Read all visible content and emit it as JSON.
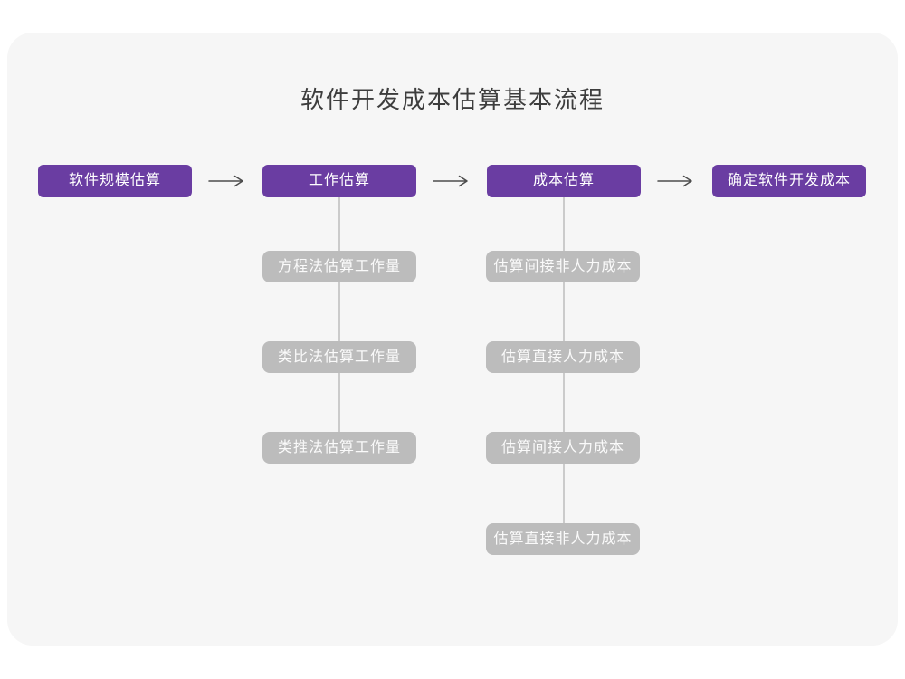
{
  "title": "软件开发成本估算基本流程",
  "flow": {
    "main_steps": [
      "软件规模估算",
      "工作估算",
      "成本估算",
      "确定软件开发成本"
    ],
    "work_substeps": [
      "方程法估算工作量",
      "类比法估算工作量",
      "类推法估算工作量"
    ],
    "cost_substeps": [
      "估算间接非人力成本",
      "估算直接人力成本",
      "估算间接人力成本",
      "估算直接非人力成本"
    ]
  },
  "colors": {
    "primary_node": "#6A3DA2",
    "primary_node_text": "#FFFFFF",
    "substep_node": "#BCBCBC",
    "substep_node_text": "#FAFAFA",
    "card_background": "#F6F6F6",
    "page_background": "#FFFFFF",
    "connector_line": "#CBCBCB",
    "arrow": "#4D4D4D",
    "title_text": "#3D3D3D"
  }
}
